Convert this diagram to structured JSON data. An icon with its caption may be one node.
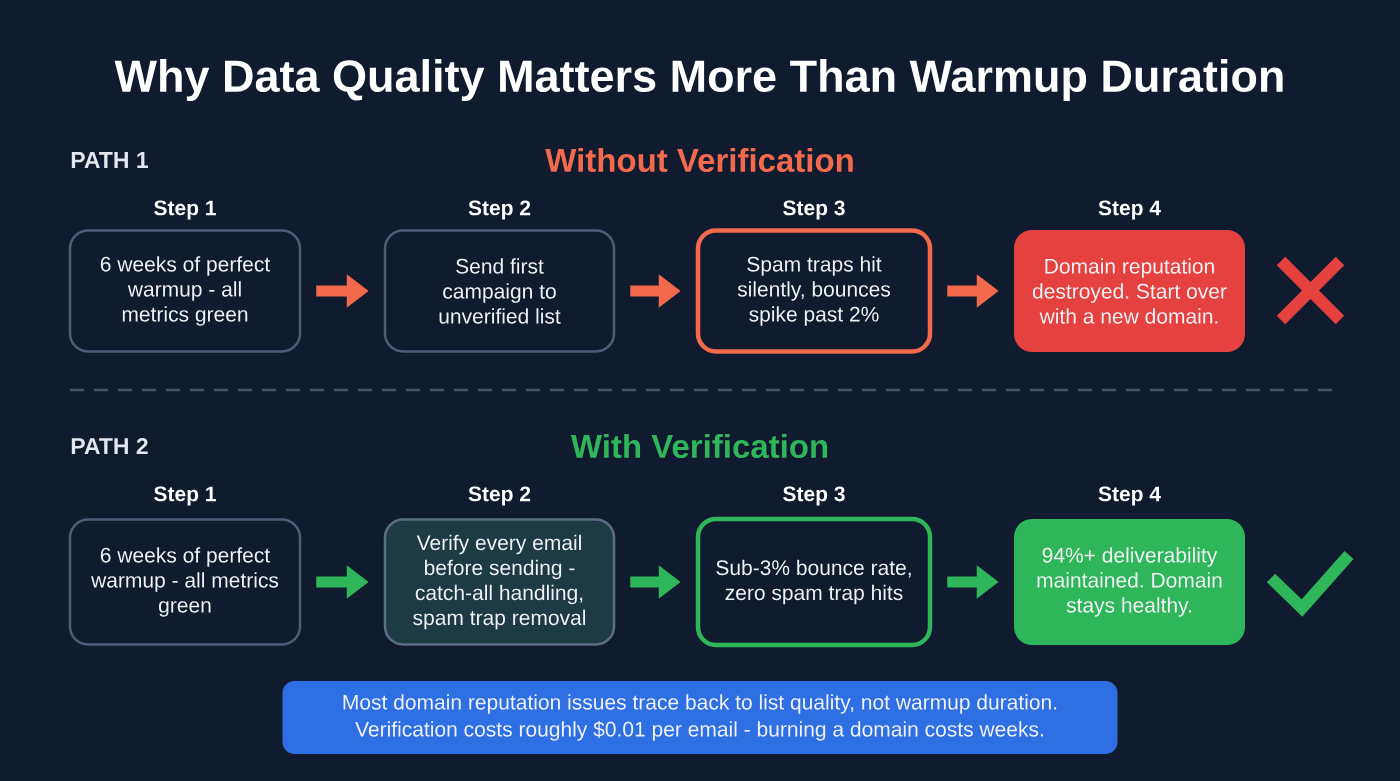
{
  "diagram": {
    "title": "Why Data Quality Matters More Than Warmup Duration",
    "nodes": [
      {
        "text": [
          "Step 1",
          "6 weeks of perfect warmup - all metrics green"
        ]
      },
      {
        "text": [
          "Step 2",
          "Send first campaign to unverified list"
        ]
      },
      {
        "text": [
          "Step 3",
          "Spam traps hit silently, bounces spike past 2%"
        ]
      },
      {
        "text": [
          "Step 4",
          "Domain reputation destroyed. Start over with a new domain."
        ]
      },
      {
        "text": [
          "Step 1",
          "6 weeks of perfect warmup - all metrics green"
        ]
      },
      {
        "text": [
          "Step 2",
          "Verify every email before sending - catch-all handling, spam trap removal"
        ]
      },
      {
        "text": [
          "Step 3",
          "Sub-3% bounce rate, zero spam trap hits"
        ]
      },
      {
        "text": [
          "Step 4",
          "94%+ deliverability maintained. Domain stays healthy."
        ]
      },
      {
        "text": [
          "Most domain reputation issues trace back to list quality, not warmup duration. Verification costs roughly $0.01 per email - burning a domain costs weeks."
        ]
      }
    ],
    "edges": [
      {
        "from": 0,
        "to": 1,
        "arrow": "to",
        "color": "#f26a4b"
      },
      {
        "from": 1,
        "to": 2,
        "arrow": "to",
        "color": "#f26a4b"
      },
      {
        "from": 2,
        "to": 3,
        "arrow": "to",
        "color": "#f26a4b"
      },
      {
        "from": 4,
        "to": 5,
        "arrow": "to",
        "color": "#2fb65a"
      },
      {
        "from": 5,
        "to": 6,
        "arrow": "to",
        "color": "#2fb65a"
      },
      {
        "from": 6,
        "to": 7,
        "arrow": "to",
        "color": "#2fb65a"
      }
    ],
    "labels": [
      "PATH 1",
      "Without Verification",
      "PATH 2",
      "With Verification"
    ]
  }
}
